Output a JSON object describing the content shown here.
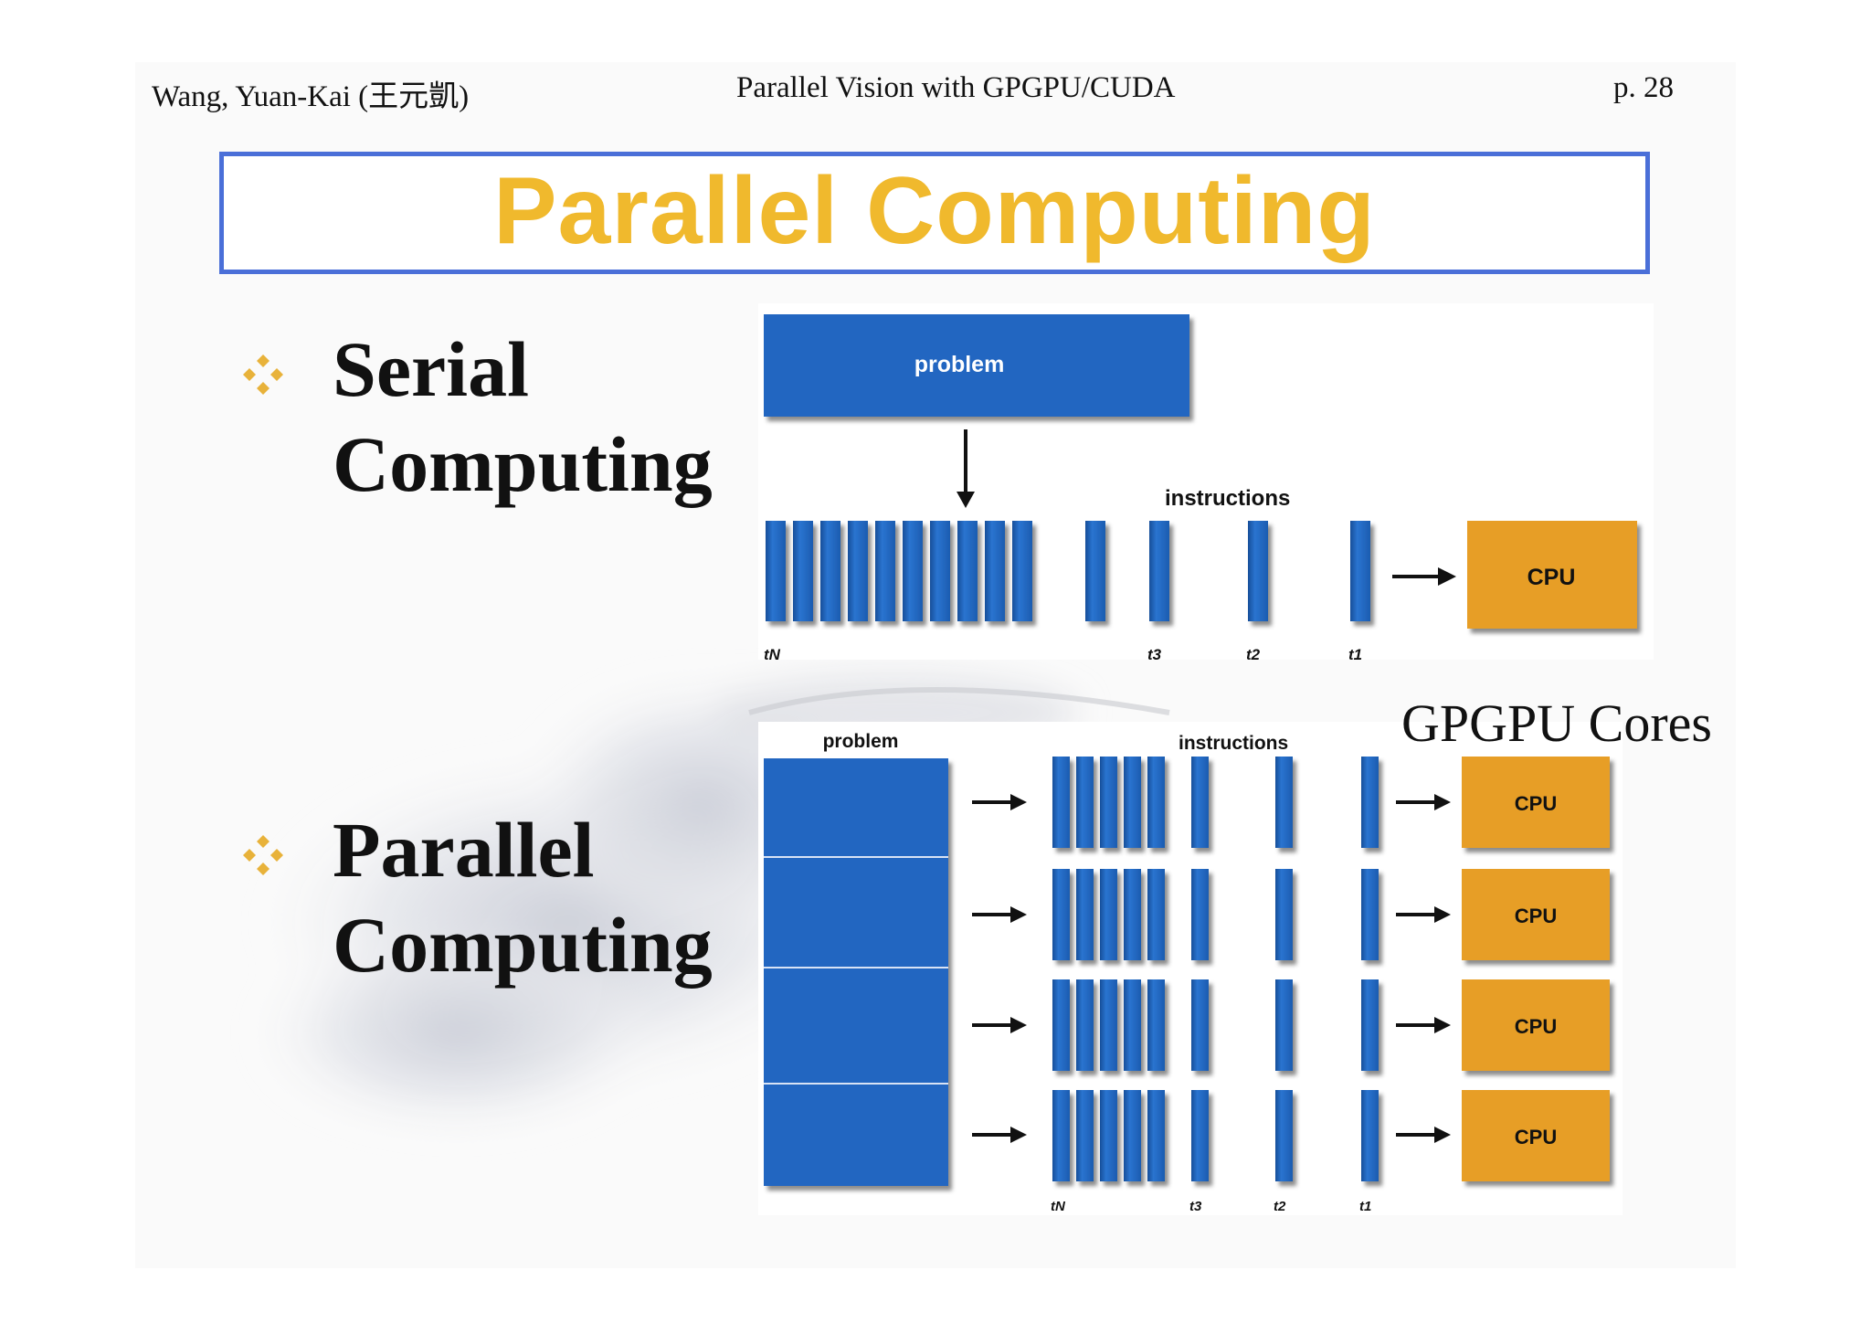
{
  "header": {
    "author": "Wang, Yuan-Kai (王元凱)",
    "course": "Parallel Vision with GPGPU/CUDA",
    "page": "p.   28"
  },
  "title": "Parallel Computing",
  "bullets": [
    {
      "line1": "Serial",
      "line2": "Computing"
    },
    {
      "line1": "Parallel",
      "line2": "Computing"
    }
  ],
  "gpgpu_label": "GPGPU Cores",
  "serial_diagram": {
    "problem_label": "problem",
    "instructions_label": "instructions",
    "cpu_label": "CPU",
    "time_labels": [
      "tN",
      "t3",
      "t2",
      "t1"
    ]
  },
  "parallel_diagram": {
    "problem_label": "problem",
    "instructions_label": "instructions",
    "cpu_labels": [
      "CPU",
      "CPU",
      "CPU",
      "CPU"
    ],
    "time_labels": [
      "tN",
      "t3",
      "t2",
      "t1"
    ]
  },
  "colors": {
    "title": "#f0b92d",
    "title_border": "#4a6fd8",
    "block_blue": "#2166c1",
    "cpu_orange": "#e79e25",
    "bullet_gold": "#e8b23a"
  }
}
